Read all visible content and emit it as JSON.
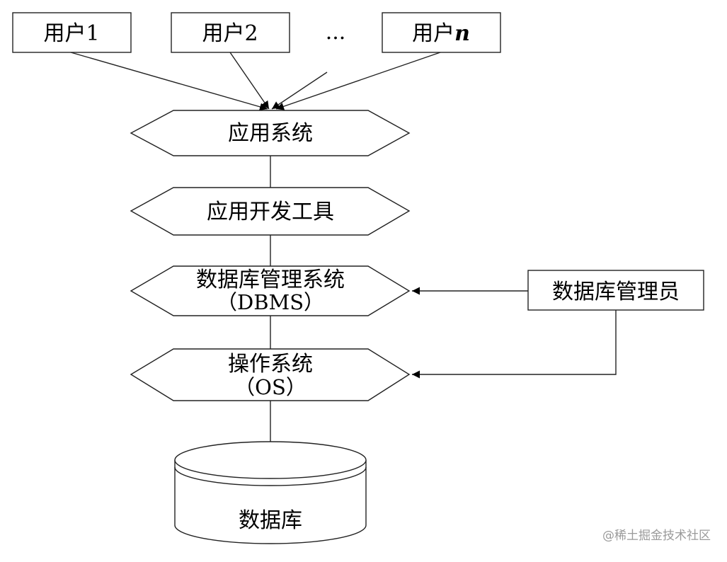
{
  "users": [
    {
      "prefix": "用户",
      "suffix": "1"
    },
    {
      "prefix": "用户",
      "suffix": "2"
    },
    {
      "prefix": "",
      "suffix": "..."
    },
    {
      "prefix": "用户",
      "suffix": "n"
    }
  ],
  "layers": {
    "app_system": "应用系统",
    "dev_tools": "应用开发工具",
    "dbms_line1": "数据库管理系统",
    "dbms_line2": "（DBMS）",
    "os_line1": "操作系统",
    "os_line2": "（OS）"
  },
  "dba": "数据库管理员",
  "database": "数据库",
  "watermark": "@稀土掘金技术社区"
}
